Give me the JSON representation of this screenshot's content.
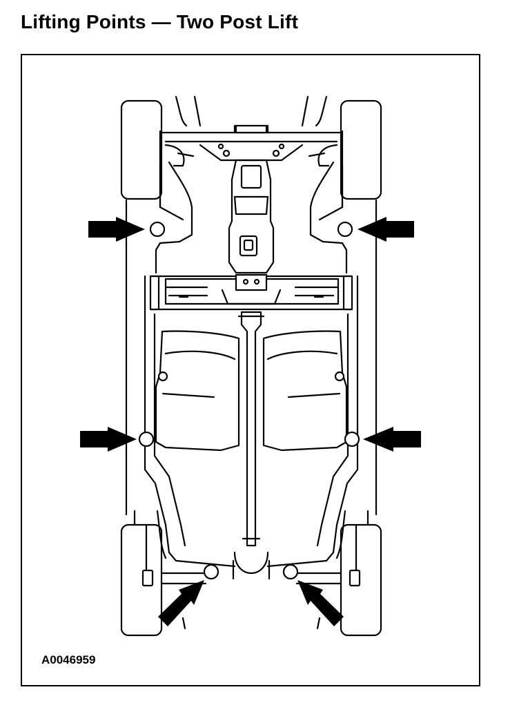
{
  "title": "Lifting Points — Two Post Lift",
  "reference_code": "A0046959",
  "colors": {
    "line": "#000000",
    "background": "#ffffff"
  },
  "lift_points": [
    {
      "id": "front-left"
    },
    {
      "id": "front-right"
    },
    {
      "id": "middle-left"
    },
    {
      "id": "middle-right"
    },
    {
      "id": "rear-left"
    },
    {
      "id": "rear-right"
    }
  ]
}
